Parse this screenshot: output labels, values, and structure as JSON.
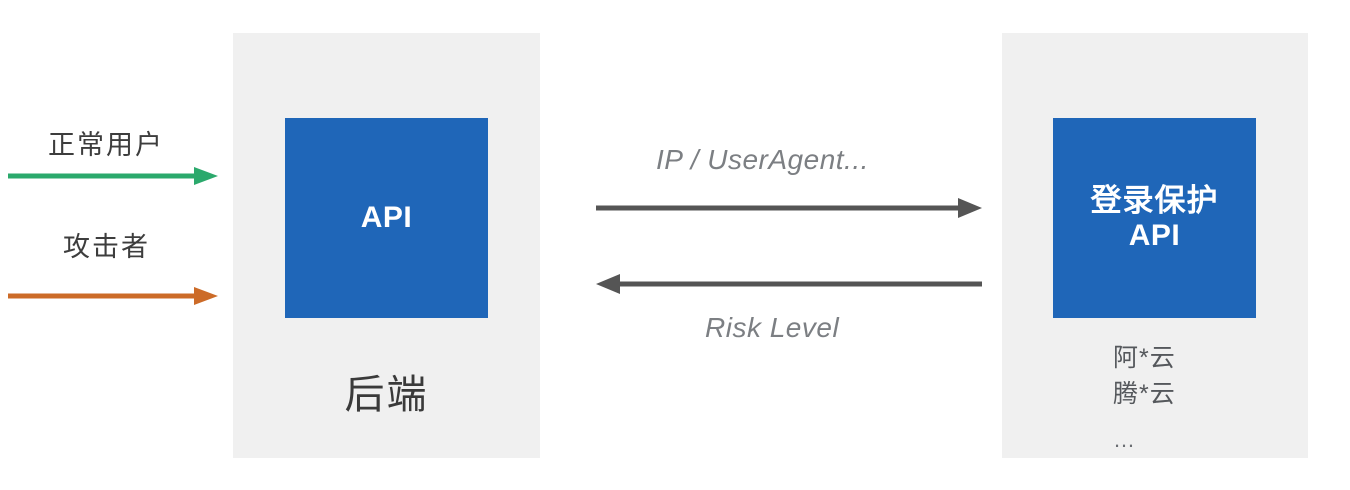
{
  "diagram": {
    "title": "Login Protection API flow",
    "background": "#ffffff",
    "colors": {
      "panel": "#f0f0f0",
      "api_box_blue": "#1f66b8",
      "normal_user_arrow": "#2ba96c",
      "attacker_arrow": "#cc6b28",
      "flow_arrow": "#555555",
      "label_text": "#3d3d3d",
      "flow_label_text": "#7c7f83"
    }
  },
  "actors": [
    {
      "id": "normal-user",
      "label": "正常用户",
      "arrow_name": "normal-user-arrow",
      "arrow_color": "#2ba96c",
      "direction": "right"
    },
    {
      "id": "attacker",
      "label": "攻击者",
      "arrow_name": "attacker-arrow",
      "arrow_color": "#cc6b28",
      "direction": "right"
    }
  ],
  "backend": {
    "panel_name": "backend-panel",
    "api_box_label": "API",
    "caption": "后端"
  },
  "flows": [
    {
      "id": "request",
      "label": "IP / UserAgent...",
      "direction": "right",
      "color": "#555555"
    },
    {
      "id": "response",
      "label": "Risk Level",
      "direction": "left",
      "color": "#555555"
    }
  ],
  "provider": {
    "panel_name": "provider-panel",
    "api_box_line1": "登录保护",
    "api_box_line2": "API",
    "vendors": [
      "阿*云",
      "腾*云"
    ],
    "ellipsis": "…"
  }
}
